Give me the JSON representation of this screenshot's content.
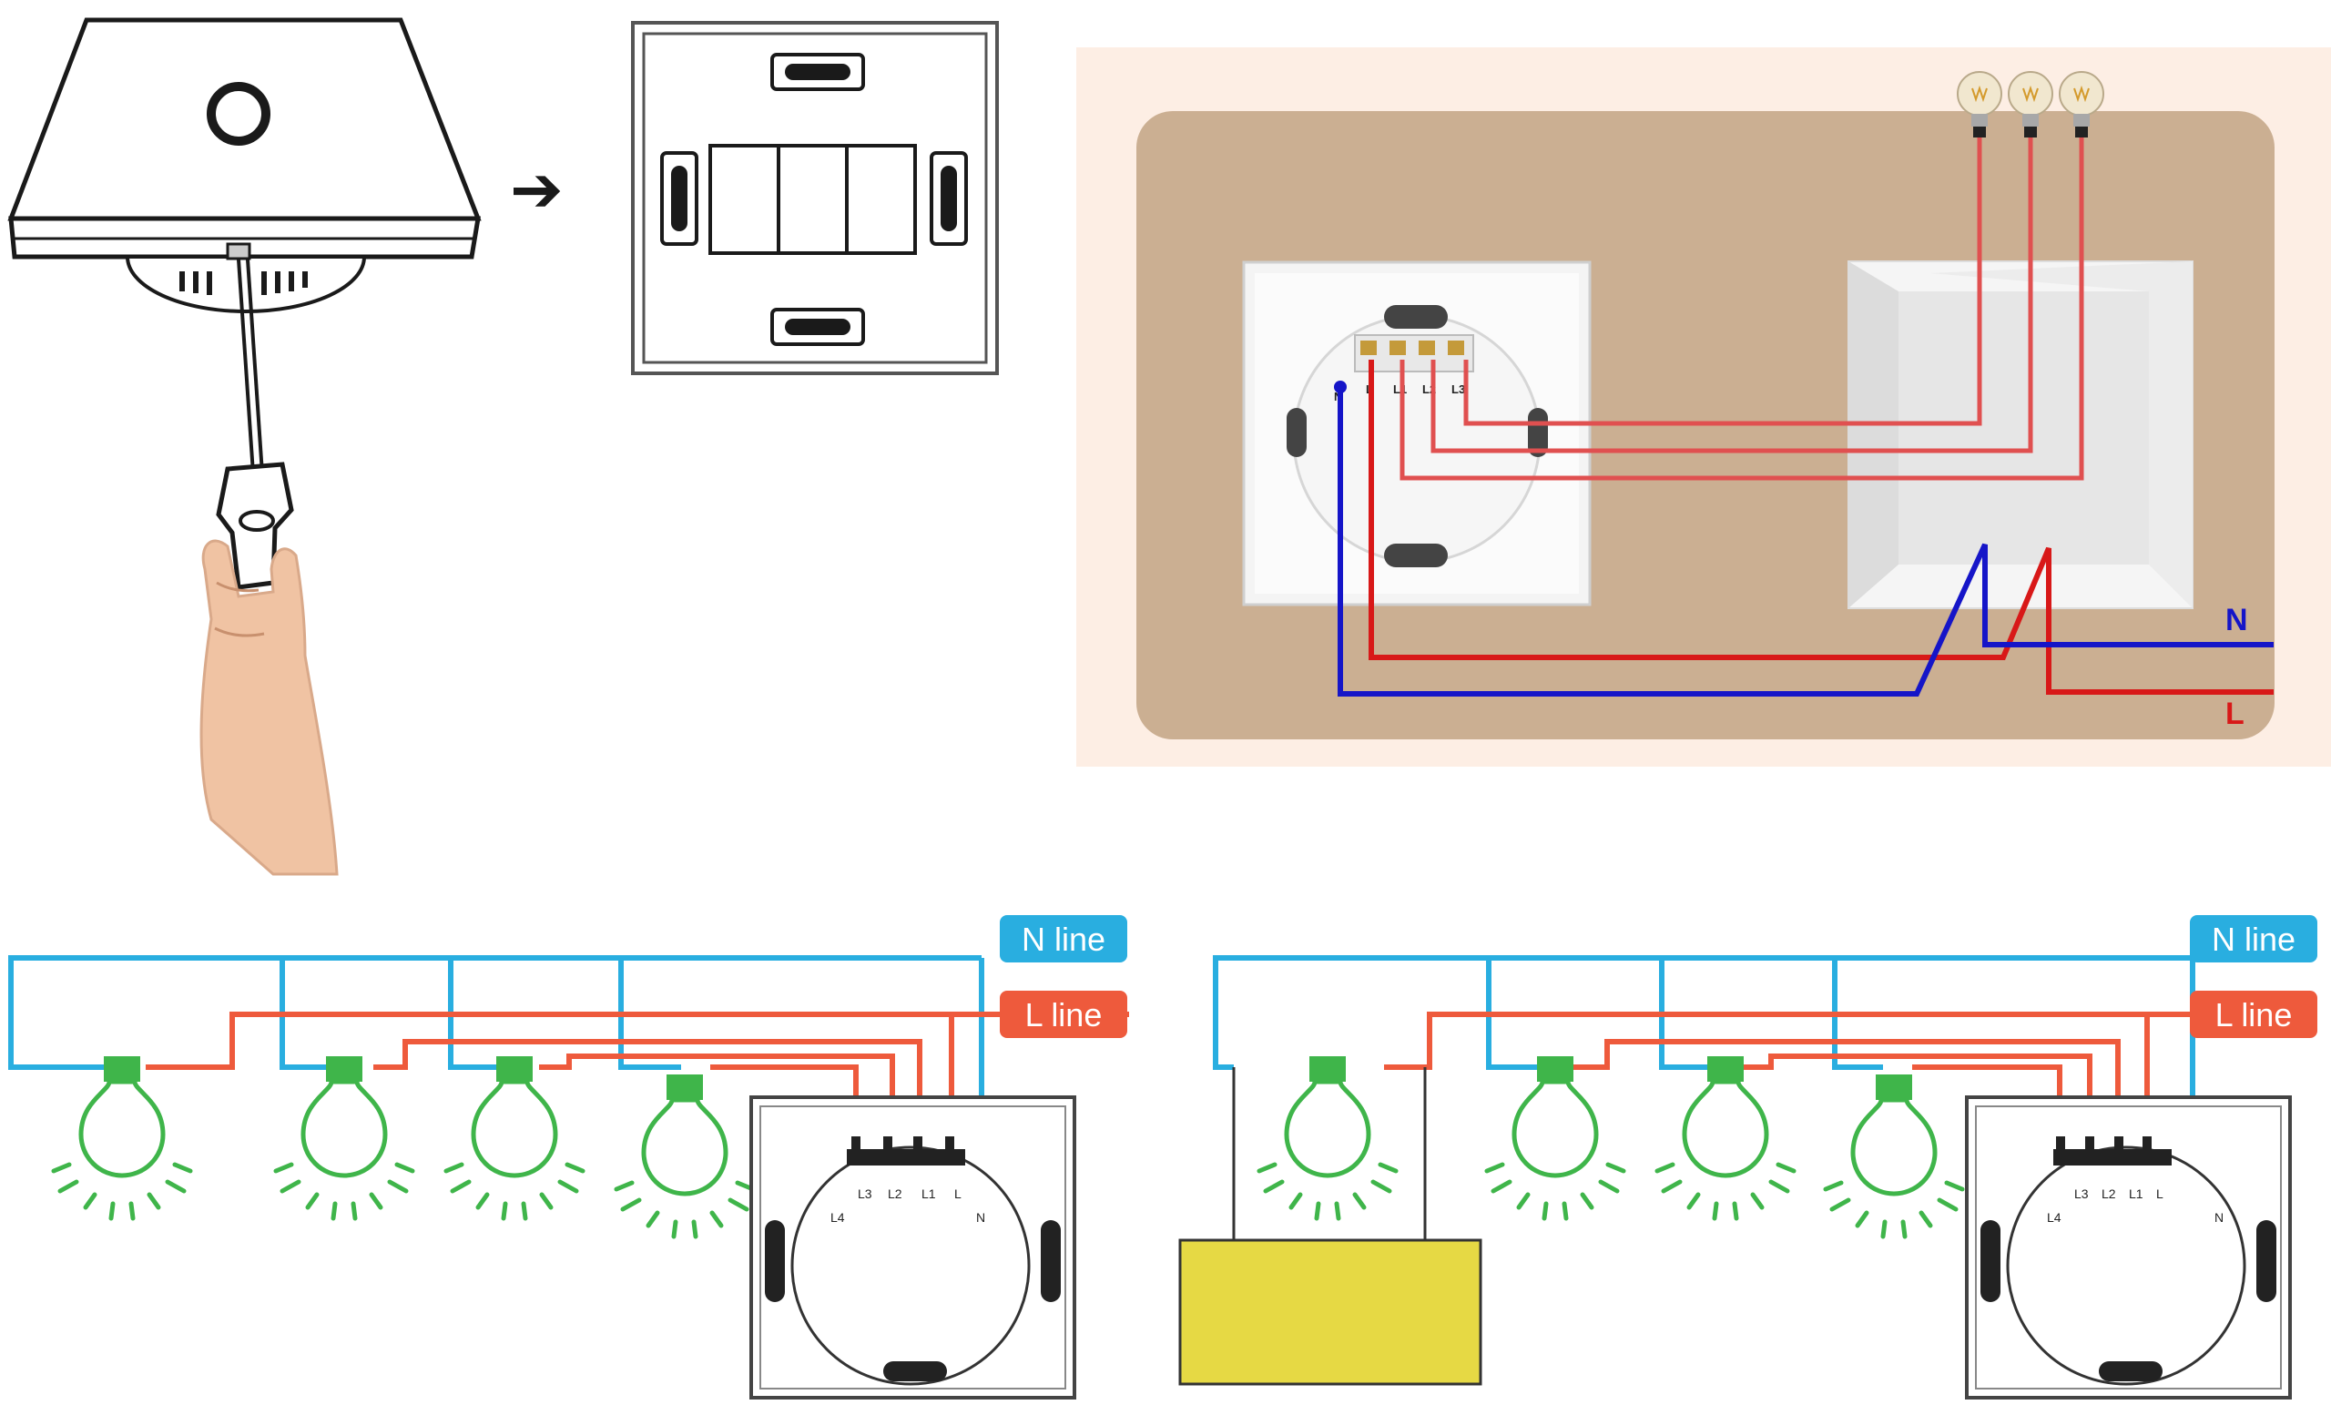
{
  "panels": {
    "disassembly": {
      "arrow": "➔"
    },
    "wiring_photo": {
      "terminal_labels": [
        "N",
        "L",
        "L1",
        "L2",
        "L3"
      ],
      "supply_labels": {
        "neutral": "N",
        "live": "L"
      },
      "colors": {
        "neutral": "#1515c8",
        "live": "#d81818",
        "load": "#e05050",
        "background": "#fdeee4",
        "wall": "#cbaf92"
      }
    },
    "diagram_left": {
      "n_line": "N line",
      "l_line": "L line",
      "terminal_labels": [
        "L4",
        "L3",
        "L2",
        "L1",
        "L",
        "N"
      ],
      "colors": {
        "neutral": "#29aee0",
        "live": "#ee5a3c",
        "lamp": "#3fb54a"
      }
    },
    "diagram_right": {
      "n_line": "N line",
      "l_line": "L line",
      "terminal_labels": [
        "L4",
        "L3",
        "L2",
        "L1",
        "L",
        "N"
      ],
      "colors": {
        "neutral": "#29aee0",
        "live": "#ee5a3c",
        "lamp": "#3fb54a",
        "box": "#e6d944"
      }
    }
  }
}
